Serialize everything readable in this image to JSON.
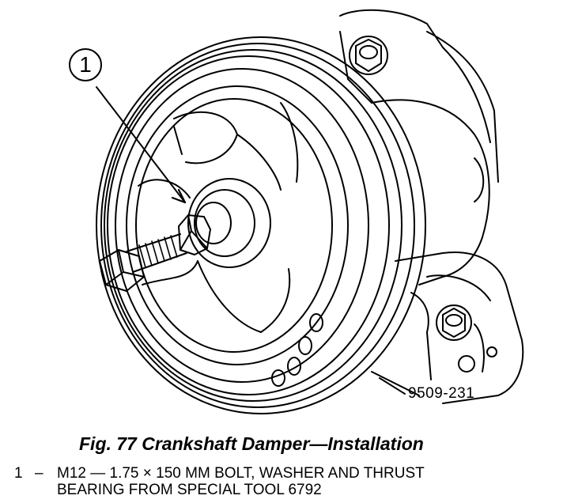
{
  "callout": {
    "number": "1"
  },
  "reference_code": "9509-231",
  "caption": "Fig. 77 Crankshaft Damper—Installation",
  "legend": {
    "items": [
      {
        "number": "1",
        "separator": "–",
        "line1": "M12 — 1.75 × 150 MM BOLT, WASHER AND THRUST",
        "line2": "BEARING FROM SPECIAL TOOL 6792"
      }
    ]
  }
}
